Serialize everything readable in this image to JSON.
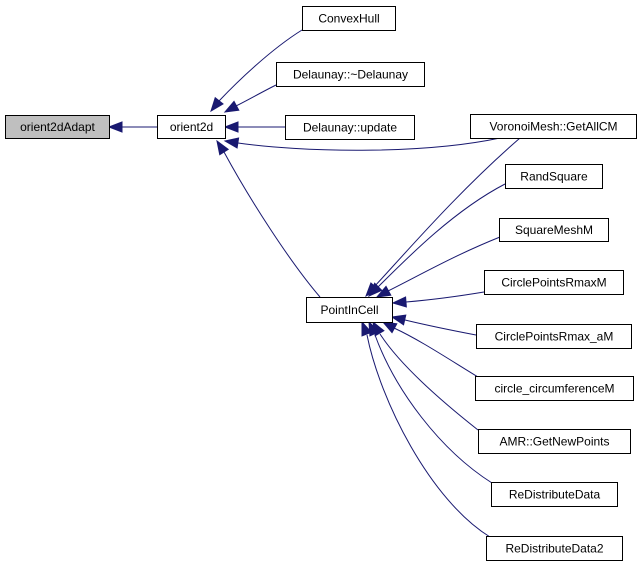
{
  "graph": {
    "nodes": [
      {
        "id": "orient2dAdapt",
        "label": "orient2dAdapt",
        "current": true
      },
      {
        "id": "orient2d",
        "label": "orient2d"
      },
      {
        "id": "ConvexHull",
        "label": "ConvexHull"
      },
      {
        "id": "DelaunayDtor",
        "label": "Delaunay::~Delaunay"
      },
      {
        "id": "DelaunayUpdate",
        "label": "Delaunay::update"
      },
      {
        "id": "GetAllCM",
        "label": "VoronoiMesh::GetAllCM"
      },
      {
        "id": "PointInCell",
        "label": "PointInCell"
      },
      {
        "id": "RandSquare",
        "label": "RandSquare"
      },
      {
        "id": "SquareMeshM",
        "label": "SquareMeshM"
      },
      {
        "id": "CirclePointsRmaxM",
        "label": "CirclePointsRmaxM"
      },
      {
        "id": "CirclePointsRmax_aM",
        "label": "CirclePointsRmax_aM"
      },
      {
        "id": "circle_circumferenceM",
        "label": "circle_circumferenceM"
      },
      {
        "id": "GetNewPoints",
        "label": "AMR::GetNewPoints"
      },
      {
        "id": "ReDistributeData",
        "label": "ReDistributeData"
      },
      {
        "id": "ReDistributeData2",
        "label": "ReDistributeData2"
      }
    ],
    "edges": [
      {
        "from": "orient2d",
        "to": "orient2dAdapt"
      },
      {
        "from": "ConvexHull",
        "to": "orient2d"
      },
      {
        "from": "DelaunayDtor",
        "to": "orient2d"
      },
      {
        "from": "DelaunayUpdate",
        "to": "orient2d"
      },
      {
        "from": "GetAllCM",
        "to": "orient2d"
      },
      {
        "from": "PointInCell",
        "to": "orient2d"
      },
      {
        "from": "GetAllCM",
        "to": "PointInCell"
      },
      {
        "from": "RandSquare",
        "to": "PointInCell"
      },
      {
        "from": "SquareMeshM",
        "to": "PointInCell"
      },
      {
        "from": "CirclePointsRmaxM",
        "to": "PointInCell"
      },
      {
        "from": "CirclePointsRmax_aM",
        "to": "PointInCell"
      },
      {
        "from": "circle_circumferenceM",
        "to": "PointInCell"
      },
      {
        "from": "GetNewPoints",
        "to": "PointInCell"
      },
      {
        "from": "ReDistributeData",
        "to": "PointInCell"
      },
      {
        "from": "ReDistributeData2",
        "to": "PointInCell"
      }
    ],
    "colors": {
      "edge": "#191970",
      "node_border": "#000000",
      "node_fill": "#ffffff",
      "current_fill": "#bfbfbf"
    }
  }
}
